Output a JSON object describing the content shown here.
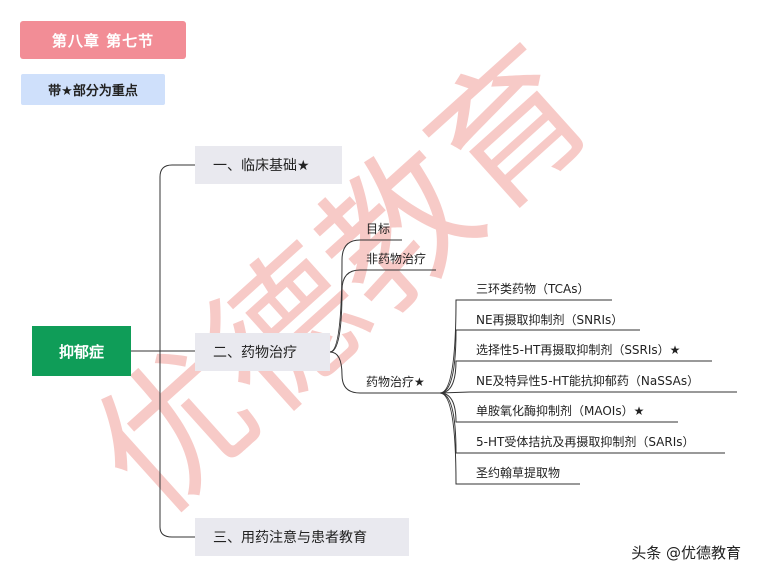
{
  "header": {
    "title": "第八章  第七节",
    "note": "带★部分为重点"
  },
  "mindmap": {
    "root": "抑郁症",
    "branches": [
      {
        "label": "一、临床基础★"
      },
      {
        "label": "二、药物治疗"
      },
      {
        "label": "三、用药注意与患者教育"
      }
    ],
    "drug_therapy": {
      "goal": "目标",
      "non_drug": "非药物治疗",
      "drug": "药物治疗★",
      "drug_classes": [
        "三环类药物（TCAs）",
        "NE再摄取抑制剂（SNRIs）",
        "选择性5-HT再摄取抑制剂（SSRIs）★",
        "NE及特异性5-HT能抗抑郁药（NaSSAs）",
        "单胺氧化酶抑制剂（MAOIs）★",
        "5-HT受体拮抗及再摄取抑制剂（SARIs）",
        "圣约翰草提取物"
      ]
    }
  },
  "watermark": {
    "text": "优德教育",
    "color": "#f4b8b4"
  },
  "footer": {
    "credit": "头条 @优德教育"
  },
  "colors": {
    "title_bg": "#f28d96",
    "note_bg": "#cfe0fb",
    "root_bg": "#0f9d58",
    "branch_bg": "#e9e9ef",
    "line": "#333333"
  }
}
